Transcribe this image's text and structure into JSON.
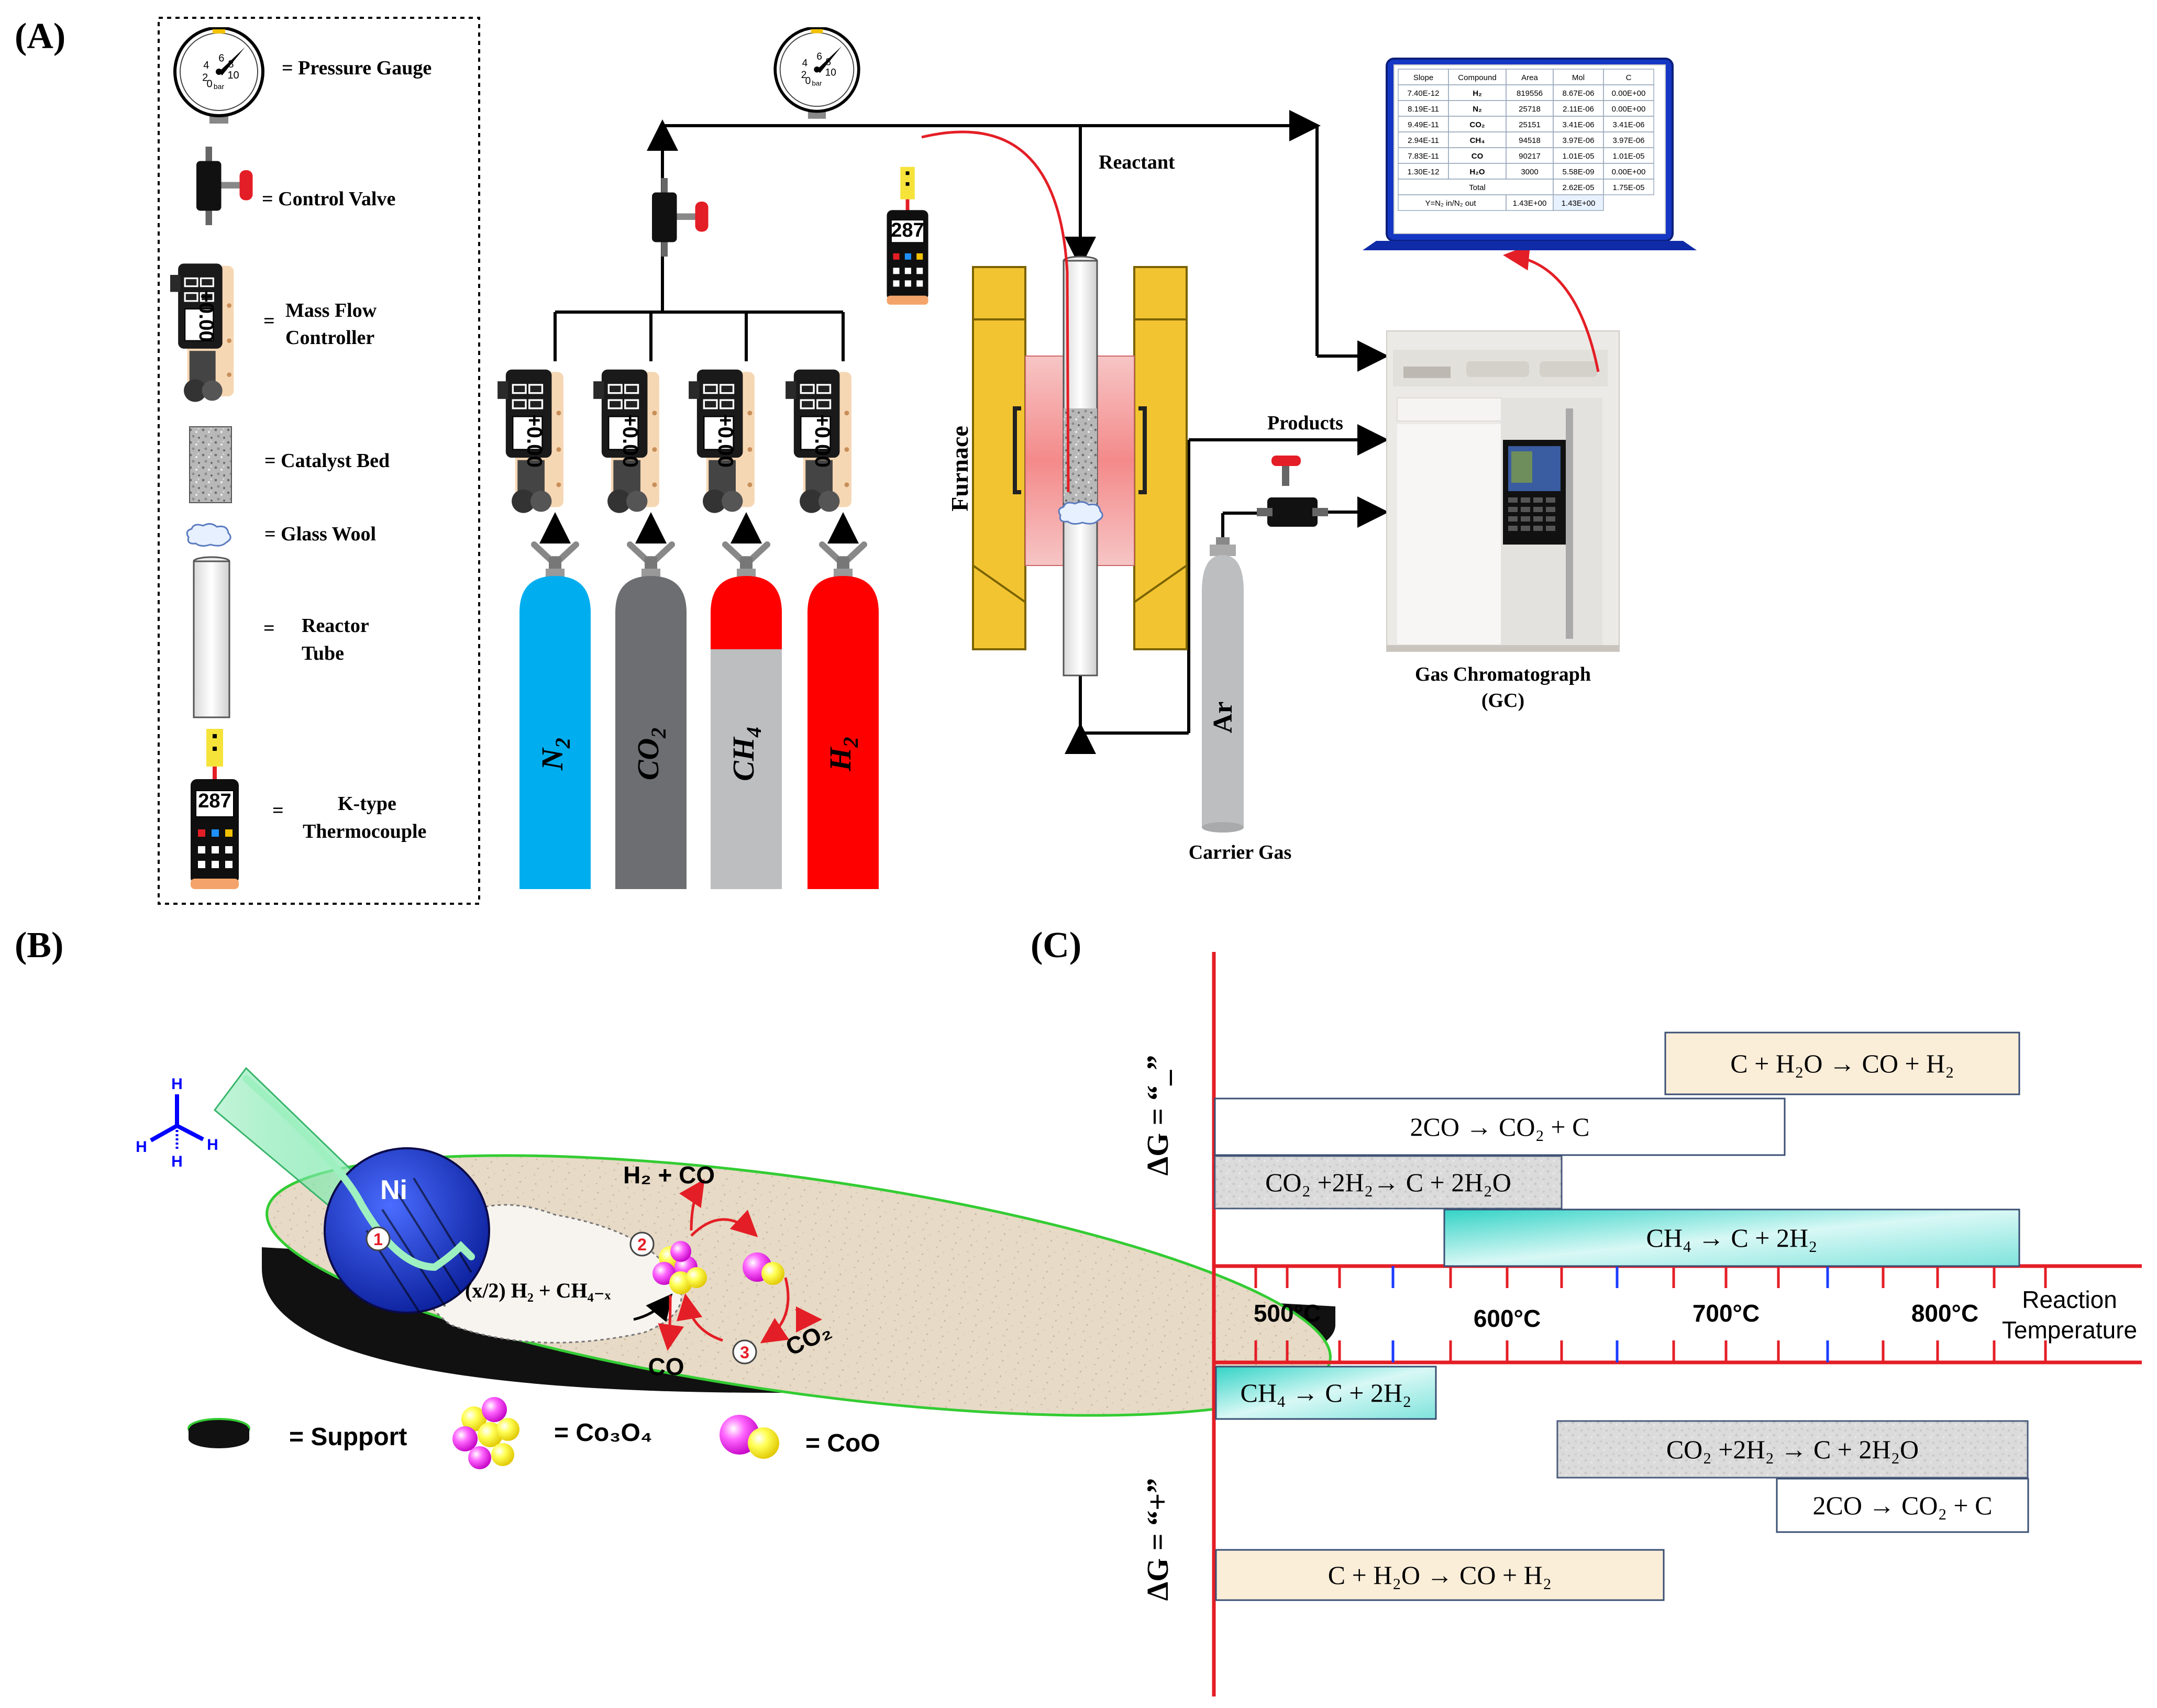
{
  "panel_labels": {
    "a": "(A)",
    "b": "(B)",
    "c": "(C)"
  },
  "legend": {
    "pressure_gauge": "= Pressure Gauge",
    "control_valve": "= Control Valve",
    "mfc_line1": "Mass Flow",
    "mfc_line2": "Controller",
    "eq": "=",
    "catalyst_bed": "= Catalyst Bed",
    "glass_wool": "= Glass Wool",
    "reactor_line1": "Reactor",
    "reactor_line2": "Tube",
    "tc_line1": "K-type",
    "tc_line2": "Thermocouple"
  },
  "gauge": {
    "scale": [
      "0",
      "2",
      "4",
      "6",
      "8",
      "10"
    ],
    "unit": "bar"
  },
  "mfc_display": "+0.00",
  "thermocouple_display": "287",
  "cylinders": [
    {
      "gas": "N",
      "sub": "2",
      "body": "#00aeef",
      "top": "#00aeef"
    },
    {
      "gas": "CO",
      "sub": "2",
      "body": "#6d6e71",
      "top": "#6d6e71"
    },
    {
      "gas": "CH",
      "sub": "4",
      "body": "#bcbec0",
      "top": "#ff0000"
    },
    {
      "gas": "H",
      "sub": "2",
      "body": "#ff0000",
      "top": "#ff0000"
    }
  ],
  "setup": {
    "reactant": "Reactant",
    "furnace": "Furnace",
    "products": "Products",
    "carrier_gas_cylinder": "Ar",
    "carrier_gas": "Carrier Gas",
    "gc_line1": "Gas Chromatograph",
    "gc_line2": "(GC)"
  },
  "gc_table": {
    "headers": [
      "Slope",
      "Compound",
      "Area",
      "Mol",
      "C"
    ],
    "rows": [
      [
        "7.40E-12",
        "H₂",
        "819556",
        "8.67E-06",
        "0.00E+00"
      ],
      [
        "8.19E-11",
        "N₂",
        "25718",
        "2.11E-06",
        "0.00E+00"
      ],
      [
        "9.49E-11",
        "CO₂",
        "25151",
        "3.41E-06",
        "3.41E-06"
      ],
      [
        "2.94E-11",
        "CH₄",
        "94518",
        "3.97E-06",
        "3.97E-06"
      ],
      [
        "7.83E-11",
        "CO",
        "90217",
        "1.01E-05",
        "1.01E-05"
      ],
      [
        "1.30E-12",
        "H₂O",
        "3000",
        "5.58E-09",
        "0.00E+00"
      ]
    ],
    "total_label": "Total",
    "total_mol": "2.62E-05",
    "total_c": "1.75E-05",
    "y_label": "Y=N₂ in/N₂ out",
    "y_value": "1.43E+00",
    "y_value2": "1.43E+00"
  },
  "panel_b": {
    "ni": "Ni",
    "h2_co": "H₂ + CO",
    "intermediate": "(x/2) H₂ + CH₄₋ₓ",
    "co2": "CO₂",
    "co": "CO",
    "steps": [
      "1",
      "2",
      "3"
    ],
    "methane_atoms": [
      "H",
      "H",
      "H",
      "H"
    ],
    "legend_support": "= Support",
    "legend_co3o4": "= Co₃O₄",
    "legend_coo": "= CoO"
  },
  "panel_c": {
    "dg_negative": "ΔG = “_”",
    "dg_positive": "ΔG = “+”",
    "temps": [
      "500°C",
      "600°C",
      "700°C",
      "800°C"
    ],
    "axis_label_1": "Reaction",
    "axis_label_2": "Temperature",
    "reactions_negative": [
      {
        "label": "C + H₂O → CO + H₂",
        "fill": "#fbeed9"
      },
      {
        "label": "2CO → CO₂ + C",
        "fill": "#ffffff"
      },
      {
        "label": "CO₂ +2H₂→ C + 2H₂O",
        "fill": "#e6e6e6"
      },
      {
        "label": "CH₄ → C + 2H₂",
        "fill": "#7fe3dc"
      }
    ],
    "reactions_positive": [
      {
        "label": "CH₄ → C + 2H₂",
        "fill": "#7fe3dc"
      },
      {
        "label": "CO₂ +2H₂ → C + 2H₂O",
        "fill": "#e6e6e6"
      },
      {
        "label": "2CO → CO₂ + C",
        "fill": "#ffffff"
      },
      {
        "label": "C + H₂O → CO + H₂",
        "fill": "#fbeed9"
      }
    ]
  }
}
